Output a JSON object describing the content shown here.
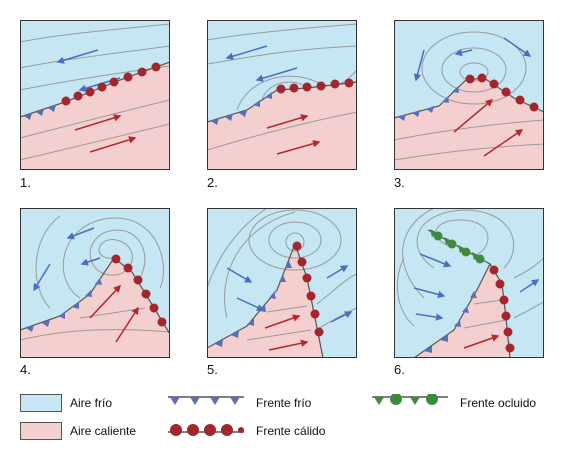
{
  "panels": [
    {
      "label": "1."
    },
    {
      "label": "2."
    },
    {
      "label": "3."
    },
    {
      "label": "4."
    },
    {
      "label": "5."
    },
    {
      "label": "6."
    }
  ],
  "legend": {
    "cold_air": "Aire frío",
    "warm_air": "Aire caliente",
    "cold_front": "Frente frío",
    "warm_front": "Frente cálido",
    "occluded_front": "Frente ocluido"
  },
  "colors": {
    "cold_air": "#c6e6f3",
    "warm_air": "#f4cfcf",
    "cold_front": "#5a6fb8",
    "warm_front": "#a3262c",
    "occluded_front": "#3f8a3f",
    "cold_arrow": "#4b6ec2",
    "warm_arrow": "#b7262b",
    "isobar": "#9a9a9a"
  }
}
